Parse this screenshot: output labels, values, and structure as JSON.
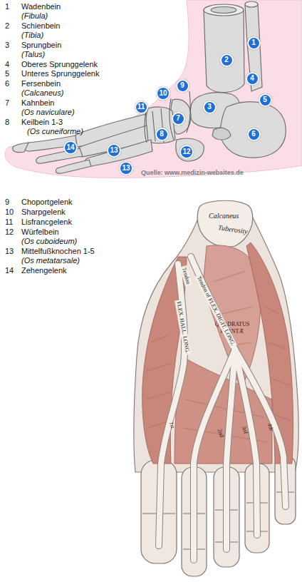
{
  "diagram": {
    "nodes": [
      {
        "text": [
          "1"
        ]
      },
      {
        "text": [
          "2"
        ]
      },
      {
        "text": [
          "4"
        ]
      },
      {
        "text": [
          "9"
        ]
      },
      {
        "text": [
          "10"
        ]
      },
      {
        "text": [
          "5"
        ]
      },
      {
        "text": [
          "11"
        ]
      },
      {
        "text": [
          "3"
        ]
      },
      {
        "text": [
          "7"
        ]
      },
      {
        "text": [
          "6"
        ]
      },
      {
        "text": [
          "8"
        ]
      },
      {
        "text": [
          "14"
        ]
      },
      {
        "text": [
          "13"
        ]
      },
      {
        "text": [
          "12"
        ]
      },
      {
        "text": [
          "13"
        ]
      }
    ],
    "labels": [
      "1",
      "Wadenbein",
      "(Fibula)",
      "2",
      "Schienbein",
      "(Tibia)",
      "3",
      "Sprungbein",
      "(Talus)",
      "4",
      "Oberes Sprunggelenk",
      "5",
      "Unteres Sprunggelenk",
      "6",
      "Fersenbein",
      "(Calcaneus)",
      "7",
      "Kahnbein",
      "(Os naviculare)",
      "8",
      "Keilbein 1-3",
      "(Os cuneiforme)",
      "Quelle: www.medizin-websites.de",
      "9",
      "Choportgelenk",
      "10",
      "Sharpgelenk",
      "11",
      "Lisfrancgelenk",
      "12",
      "Würfelbein",
      "(Os cuboideum)",
      "13",
      "Mittelfußknochen 1-5",
      "(Os metatarsale)",
      "14",
      "Zehengelenk",
      "Calcaneus",
      "Tuberosity",
      "QUADRATUS PLANTÆ",
      "Tendon",
      "Tendon of FLEX. DIGIT. LONG.",
      "FLEX. HALL. LONG.",
      "1st",
      "2nd",
      "3rd",
      "4th"
    ]
  }
}
